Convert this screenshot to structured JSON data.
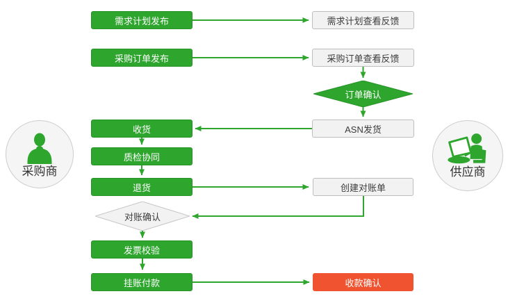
{
  "palette": {
    "green": "#2EA62E",
    "green-dark": "#279327",
    "red": "#F0532F",
    "gray-fill": "#f2f2f2",
    "gray-border": "#bdbdbd",
    "text-dark": "#3c3c3c"
  },
  "actors": {
    "buyer": {
      "label": "采购商"
    },
    "supplier": {
      "label": "供应商"
    }
  },
  "nodes": {
    "demand_plan_publish": {
      "label": "需求计划发布"
    },
    "demand_plan_feedback": {
      "label": "需求计划查看反馈"
    },
    "po_publish": {
      "label": "采购订单发布"
    },
    "po_feedback": {
      "label": "采购订单查看反馈"
    },
    "order_confirm": {
      "label": "订单确认"
    },
    "receive_goods": {
      "label": "收货"
    },
    "asn_ship": {
      "label": "ASN发货"
    },
    "quality_check": {
      "label": "质检协同"
    },
    "return_goods": {
      "label": "退货"
    },
    "create_statement": {
      "label": "创建对账单"
    },
    "reconcile_confirm": {
      "label": "对账确认"
    },
    "invoice_verify": {
      "label": "发票校验"
    },
    "book_payment": {
      "label": "挂账付款"
    },
    "payment_confirm": {
      "label": "收款确认"
    }
  }
}
